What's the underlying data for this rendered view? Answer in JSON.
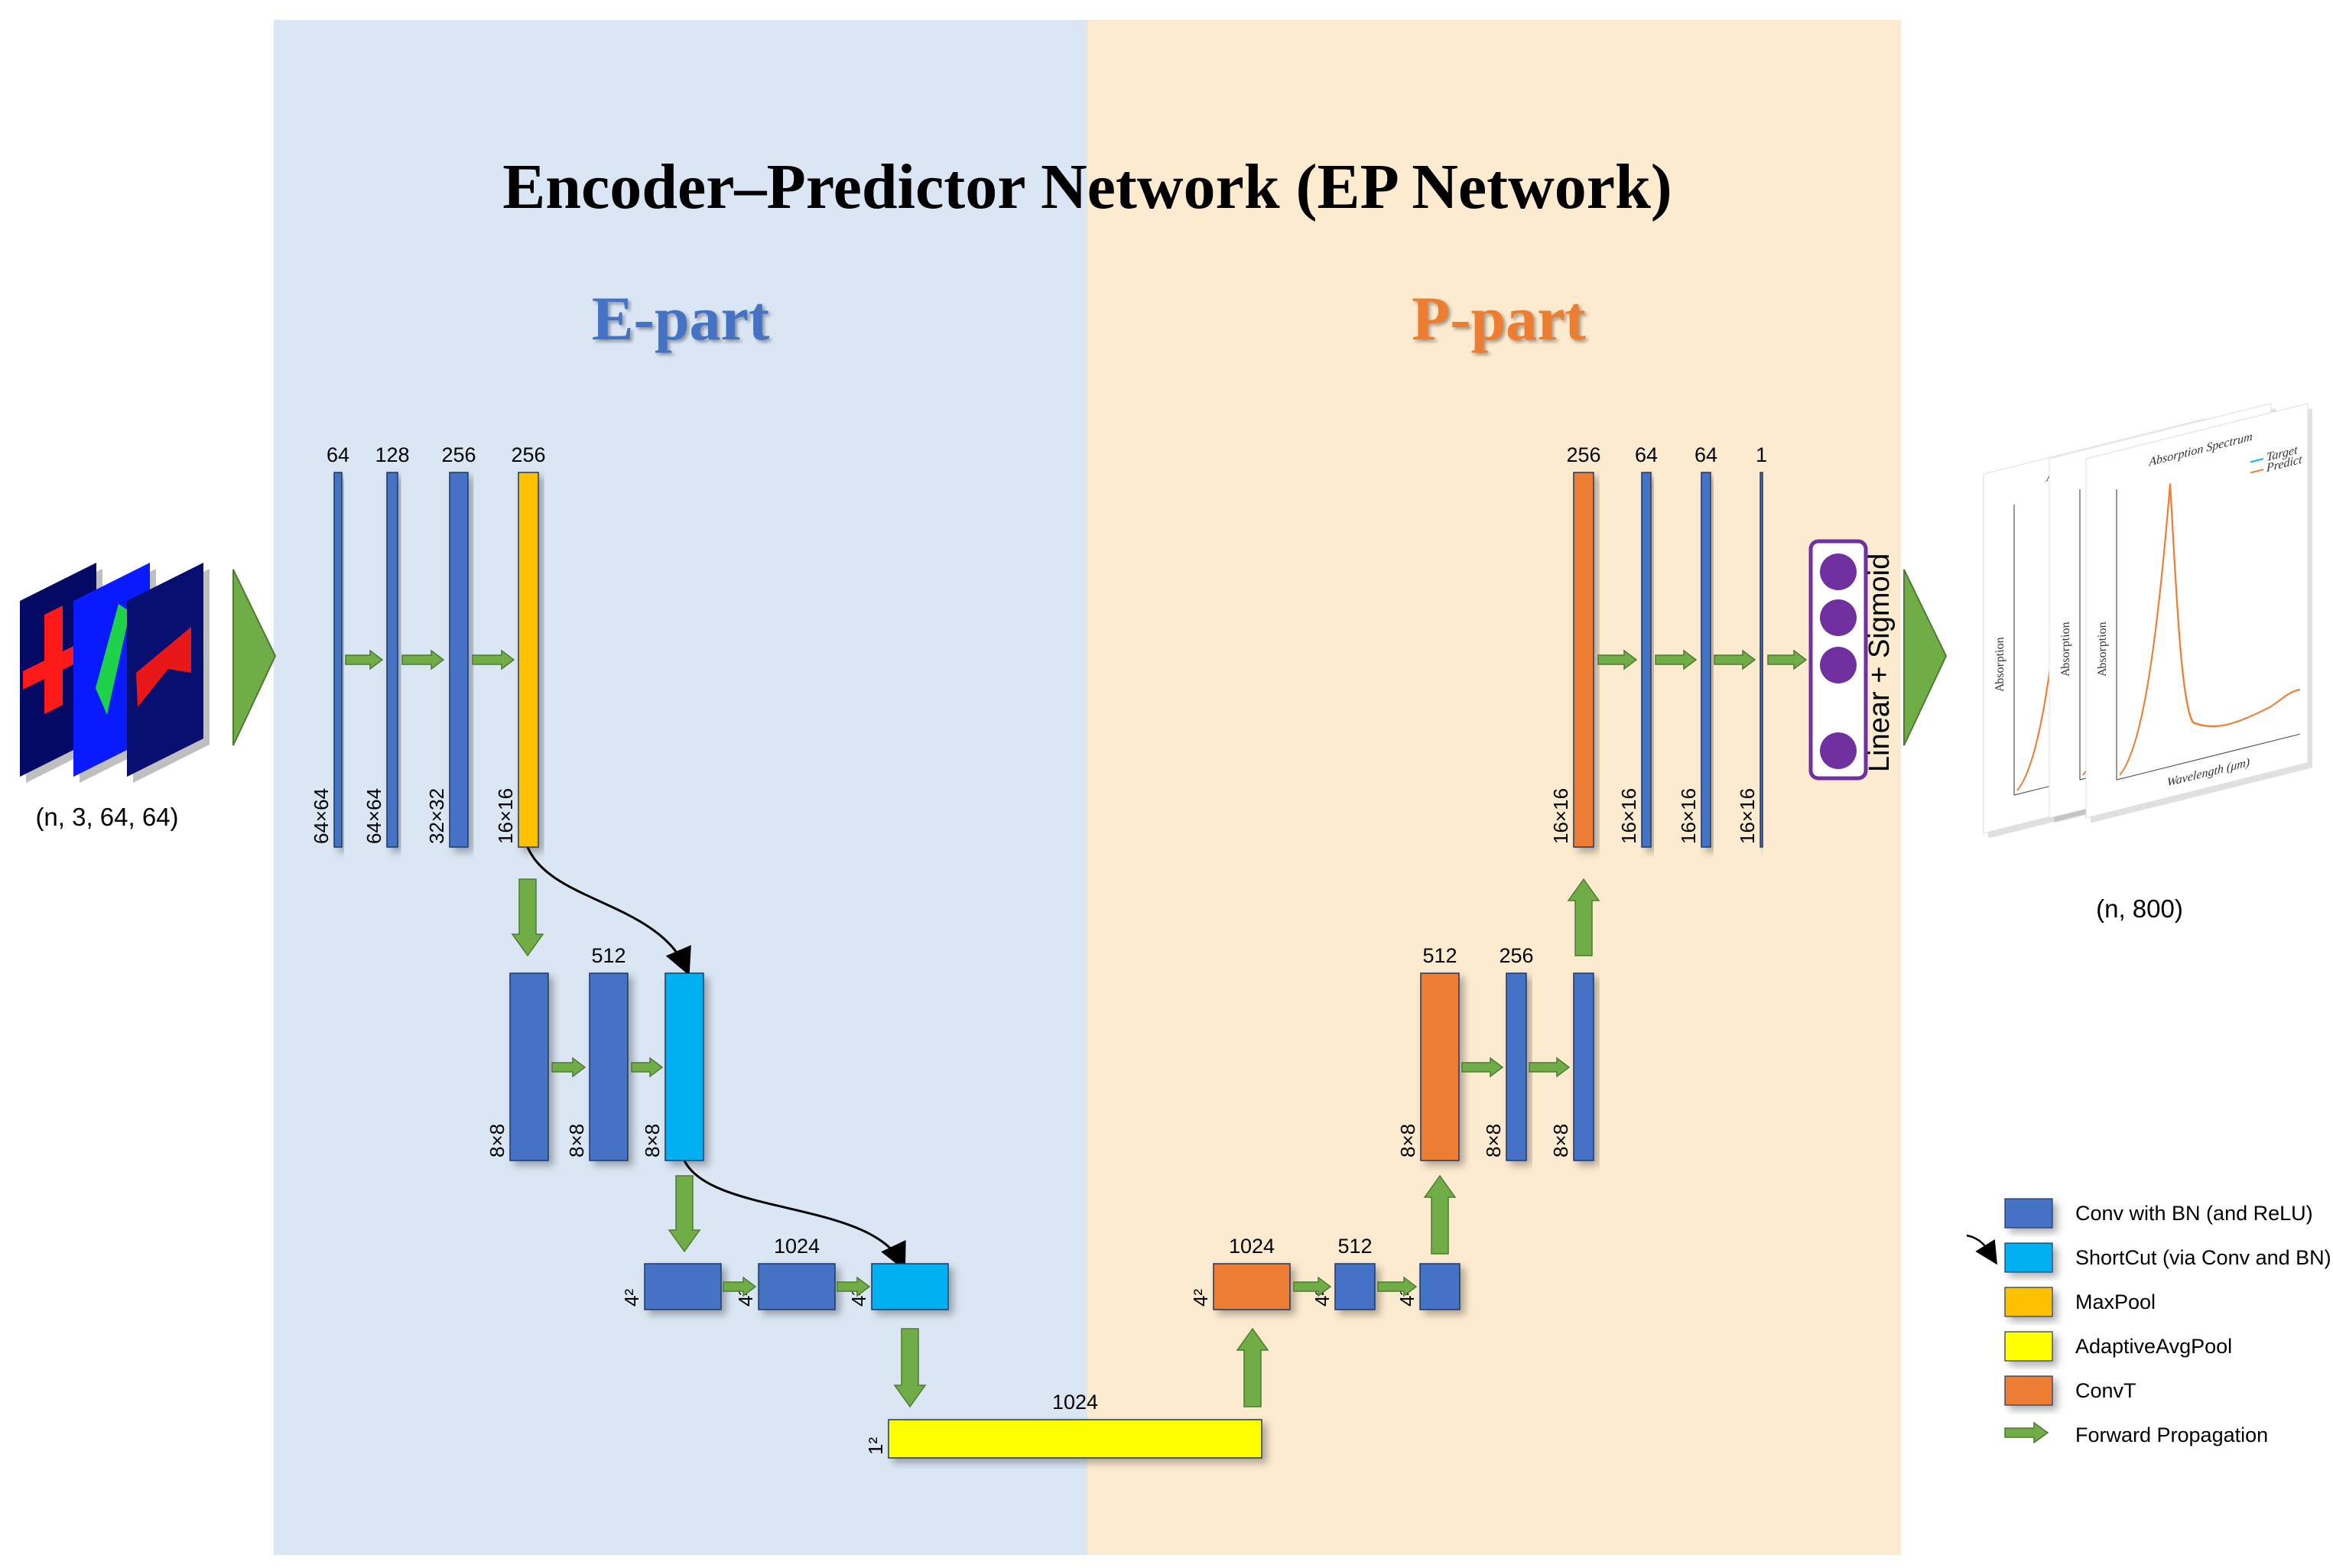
{
  "title": "Encoder–Predictor Network (EP Network)",
  "parts": {
    "e": "E-part",
    "p": "P-part"
  },
  "input_shape": "(n, 3, 64, 64)",
  "output_shape": "(n, 800)",
  "head_label": "Linear + Sigmoid",
  "colors": {
    "conv": "#4472c4",
    "shortcut": "#00b0f0",
    "maxpool": "#ffc000",
    "adaptive": "#ffff00",
    "convt": "#ed7d31",
    "arrow": "#70ad47",
    "e_bg": "#dae6f3",
    "p_bg": "#fdebd0"
  },
  "legend": [
    {
      "label": "Conv with BN (and ReLU)",
      "kind": "conv",
      "color": "#4472c4"
    },
    {
      "label": "ShortCut (via Conv and BN)",
      "kind": "shortcut",
      "color": "#00b0f0"
    },
    {
      "label": "MaxPool",
      "kind": "maxpool",
      "color": "#ffc000"
    },
    {
      "label": "AdaptiveAvgPool",
      "kind": "adaptive",
      "color": "#ffff00"
    },
    {
      "label": "ConvT",
      "kind": "convt",
      "color": "#ed7d31"
    },
    {
      "label": "Forward Propagation",
      "kind": "arrow",
      "color": "#70ad47"
    }
  ],
  "blocks": {
    "e1": [
      {
        "ch": "64",
        "size": "64×64",
        "kind": "conv"
      },
      {
        "ch": "128",
        "size": "64×64",
        "kind": "conv"
      },
      {
        "ch": "256",
        "size": "32×32",
        "kind": "conv"
      },
      {
        "ch": "256",
        "size": "16×16",
        "kind": "maxpool"
      }
    ],
    "e2": [
      {
        "ch": "",
        "size": "8×8",
        "kind": "conv"
      },
      {
        "ch": "512",
        "size": "8×8",
        "kind": "conv"
      },
      {
        "ch": "",
        "size": "8×8",
        "kind": "shortcut"
      }
    ],
    "e3": [
      {
        "ch": "",
        "size": "4²",
        "kind": "conv"
      },
      {
        "ch": "1024",
        "size": "4²",
        "kind": "conv"
      },
      {
        "ch": "",
        "size": "4²",
        "kind": "shortcut"
      }
    ],
    "bottleneck": {
      "ch": "1024",
      "size": "1²",
      "kind": "adaptive"
    },
    "p3": [
      {
        "ch": "1024",
        "size": "4²",
        "kind": "convt"
      },
      {
        "ch": "512",
        "size": "4²",
        "kind": "conv"
      },
      {
        "ch": "",
        "size": "4²",
        "kind": "conv"
      }
    ],
    "p2": [
      {
        "ch": "512",
        "size": "8×8",
        "kind": "convt"
      },
      {
        "ch": "256",
        "size": "8×8",
        "kind": "conv"
      },
      {
        "ch": "",
        "size": "8×8",
        "kind": "conv"
      }
    ],
    "p1": [
      {
        "ch": "256",
        "size": "16×16",
        "kind": "convt"
      },
      {
        "ch": "64",
        "size": "16×16",
        "kind": "conv"
      },
      {
        "ch": "64",
        "size": "16×16",
        "kind": "conv"
      },
      {
        "ch": "1",
        "size": "16×16",
        "kind": "conv"
      }
    ]
  },
  "spectrum": {
    "title": "Absorption Spectrum",
    "ylabel": "Absorption",
    "xlabel": "Wavelength (μm)",
    "legend": [
      "Target",
      "Predict"
    ]
  }
}
